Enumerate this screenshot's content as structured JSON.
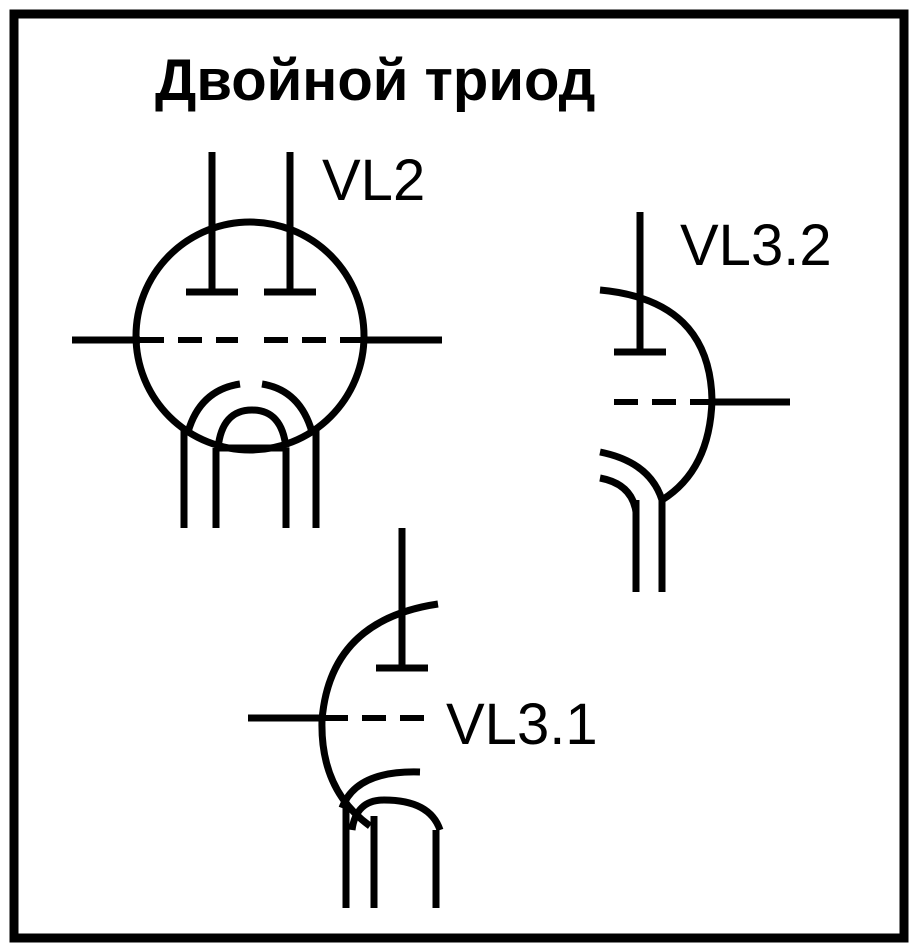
{
  "title": "Двойной триод",
  "symbols": [
    {
      "id": "double-triode",
      "label": "VL2"
    },
    {
      "id": "triode-half-2",
      "label": "VL3.2"
    },
    {
      "id": "triode-half-1",
      "label": "VL3.1"
    }
  ],
  "colors": {
    "ink": "#000000",
    "background": "#ffffff"
  }
}
